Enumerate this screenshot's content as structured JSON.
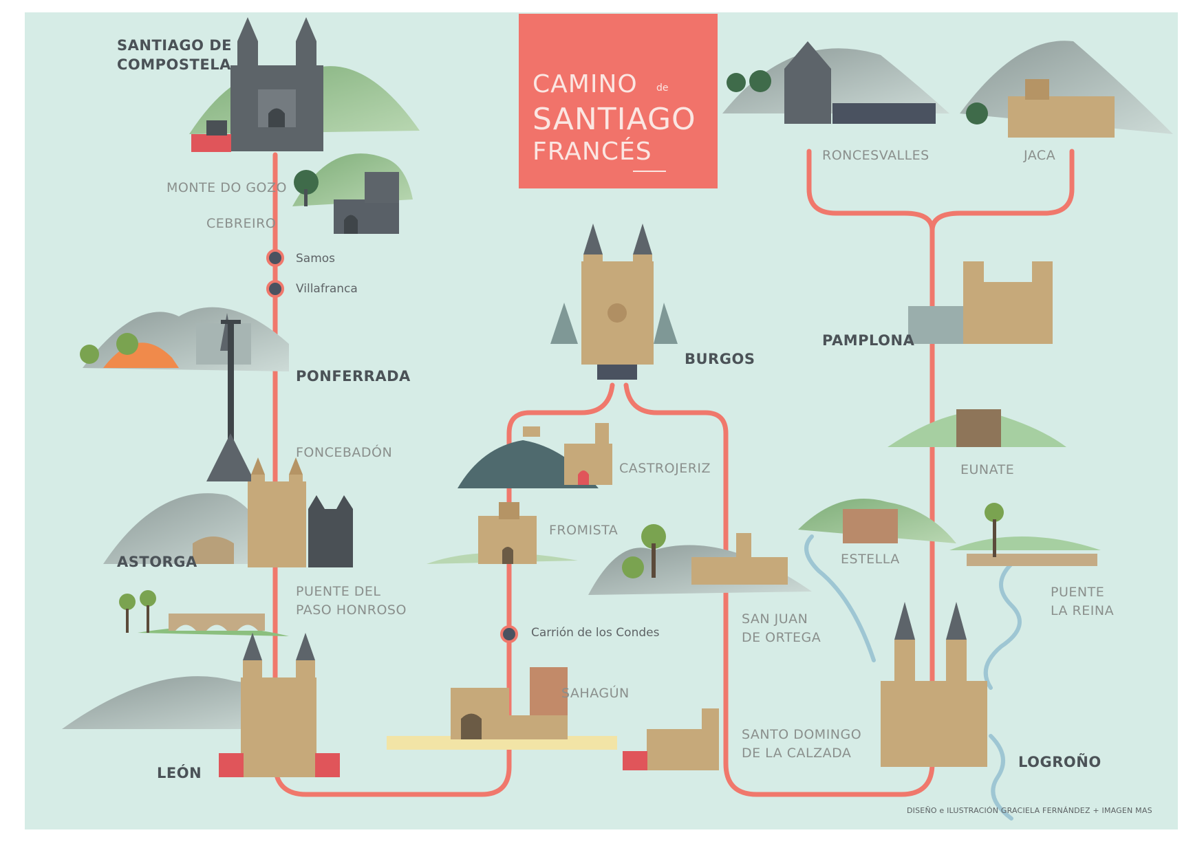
{
  "title": {
    "line1": "CAMINO",
    "de": "de",
    "line2": "SANTIAGO",
    "line3": "FRANCÉS"
  },
  "colors": {
    "background": "#d6ece6",
    "route": "#f0786c",
    "title_box": "#f1736a",
    "label": "#8a8f8c",
    "city": "#4b5257",
    "stop_marker": "#4a5260"
  },
  "places": {
    "santiago": "SANTIAGO DE\nCOMPOSTELA",
    "monte_do_gozo": "MONTE DO GOZO",
    "cebreiro": "CEBREIRO",
    "samos": "Samos",
    "villafranca": "Villafranca",
    "ponferrada": "PONFERRADA",
    "foncebadon": "FONCEBADÓN",
    "astorga": "ASTORGA",
    "puente_paso_honroso": "PUENTE DEL\nPASO HONROSO",
    "leon": "LEÓN",
    "burgos": "BURGOS",
    "castrojeriz": "CASTROJERIZ",
    "fromista": "FROMISTA",
    "carrion": "Carrión de los Condes",
    "sahagun": "SAHAGÚN",
    "san_juan_ortega": "SAN JUAN\nDE ORTEGA",
    "santo_domingo": "SANTO DOMINGO\nDE LA CALZADA",
    "roncesvalles": "RONCESVALLES",
    "jaca": "JACA",
    "pamplona": "PAMPLONA",
    "eunate": "EUNATE",
    "estella": "ESTELLA",
    "puente_la_reina": "PUENTE\nLA REINA",
    "logrono": "LOGROÑO"
  },
  "credit": "DISEÑO e ILUSTRACIÓN GRACIELA FERNÁNDEZ + IMAGEN MAS",
  "icons": [
    "cathedral-icon",
    "church-icon",
    "hill-icon",
    "tree-icon",
    "bridge-icon",
    "cross-icon",
    "mountain-icon",
    "river-icon",
    "stop-marker-icon"
  ]
}
